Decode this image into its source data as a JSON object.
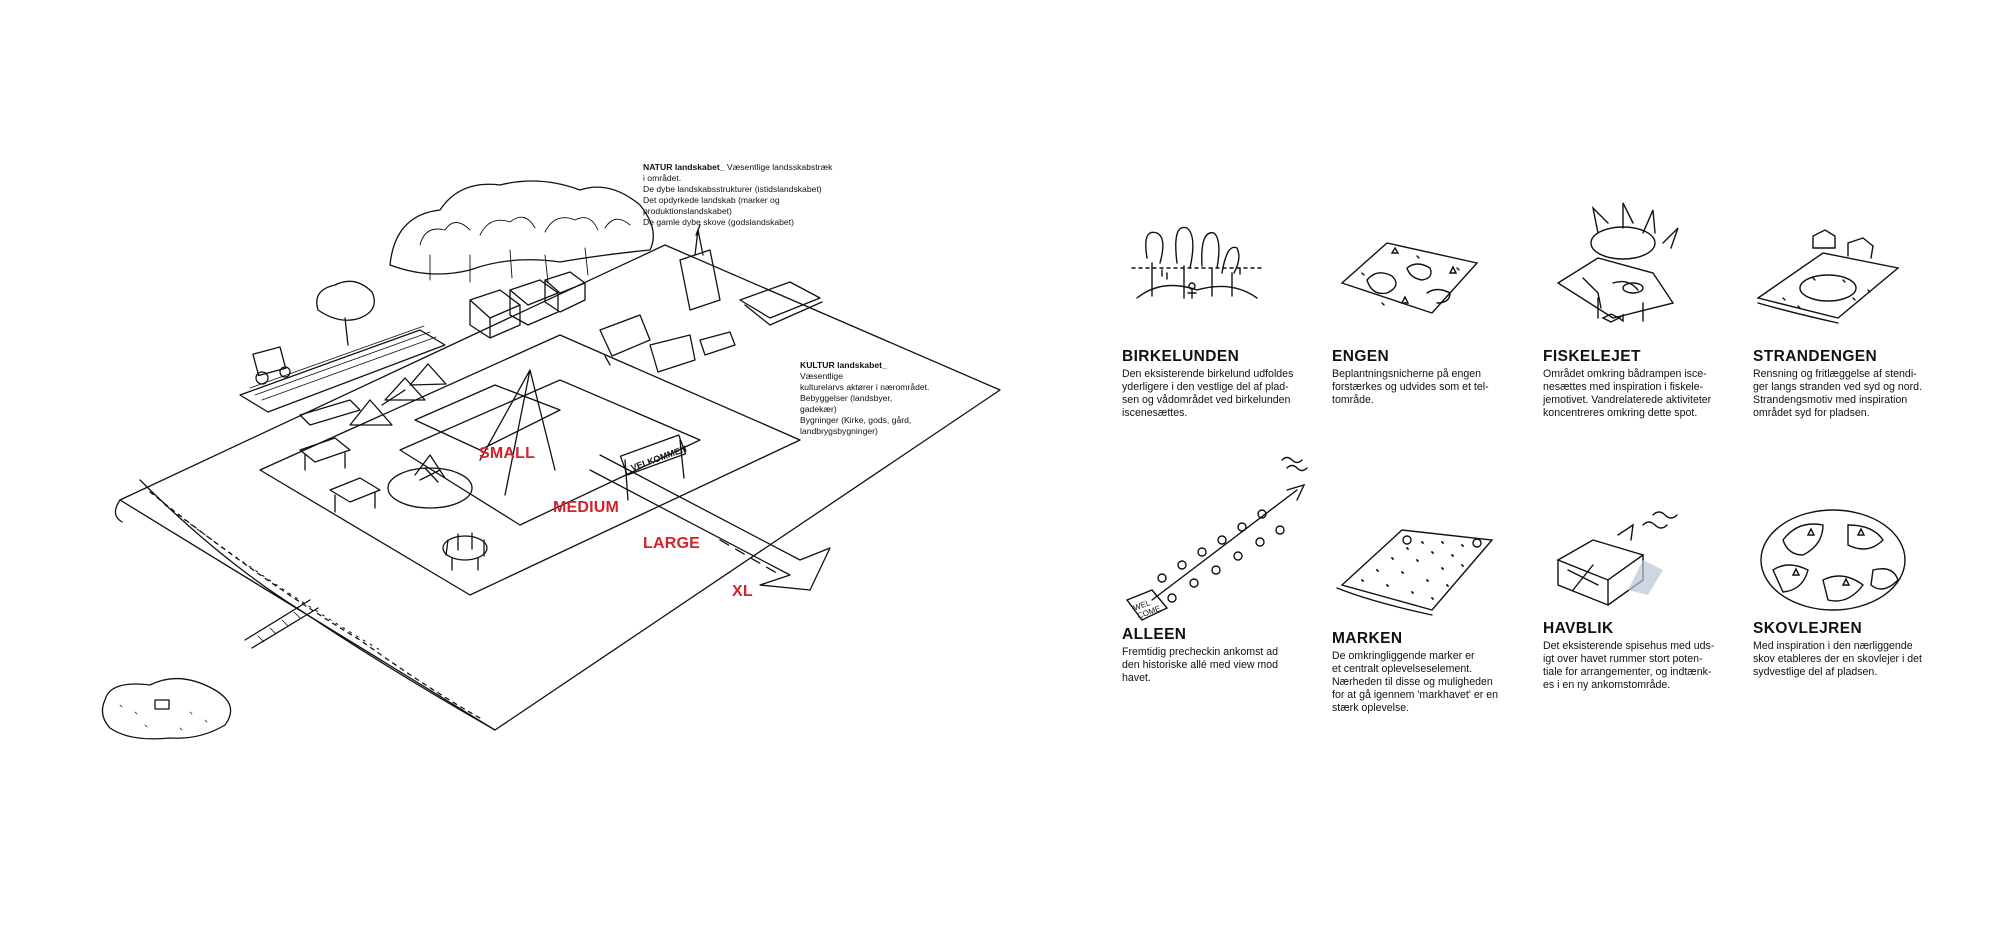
{
  "notes": {
    "natur_title": "NATUR landskabet_",
    "natur_first": "Væsentlige landsskabstræk",
    "natur_rest": "i området.\nDe dybe landskabsstrukturer (istidslandskabet)\nDet opdyrkede landskab (marker og\nproduktionslandskabet)\nDe gamle dybe skove (godslandskabet)",
    "kultur_title": "KULTUR landskabet_",
    "kultur_first": "Væsentlige",
    "kultur_rest": "kulturelarvs aktører i nærområdet.\nBebyggelser (landsbyer, gadekær)\nBygninger (Kirke, gods, gård,\nlandbrygsbygninger)"
  },
  "scales": {
    "small": "SMALL",
    "medium": "MEDIUM",
    "large": "LARGE",
    "xl": "XL"
  },
  "sign_text": "VELKOMMEN",
  "wel_text": "WEL",
  "come_text": "COME",
  "accent_color": "#d2232a",
  "panels": [
    {
      "title": "BIRKELUNDEN",
      "desc": "Den eksisterende birkelund udfoldes\nyderligere i den vestlige del af plad-\nsen og vådområdet ved birkelunden\niscenesættes."
    },
    {
      "title": "ENGEN",
      "desc": "Beplantningsnicherne på engen\nforstærkes og udvides som et tel-\ntområde."
    },
    {
      "title": "FISKELEJET",
      "desc": "Området omkring bådrampen isce-\nnesættes med inspiration i fiskele-\njemotivet. Vandrelaterede aktiviteter\nkoncentreres omkring dette spot."
    },
    {
      "title": "STRANDENGEN",
      "desc": "Rensning og fritlæggelse af stendi-\nger langs stranden ved syd og nord.\nStrandengsmotiv med inspiration\nområdet syd for pladsen."
    },
    {
      "title": "ALLEEN",
      "desc": "Fremtidig precheckin ankomst ad\nden historiske allé med view mod\nhavet."
    },
    {
      "title": "MARKEN",
      "desc": "De omkringliggende marker er\net centralt oplevelseselement.\nNærheden til disse og muligheden\nfor at gå igennem 'markhavet' er en\nstærk oplevelse."
    },
    {
      "title": "HAVBLIK",
      "desc": "Det eksisterende spisehus med uds-\nigt over havet rummer stort poten-\ntiale for arrangementer, og indtænk-\nes i en ny ankomstområde."
    },
    {
      "title": "SKOVLEJREN",
      "desc": "Med inspiration i den nærliggende\nskov etableres der en skovlejer i det\nsydvestlige del af pladsen."
    }
  ]
}
